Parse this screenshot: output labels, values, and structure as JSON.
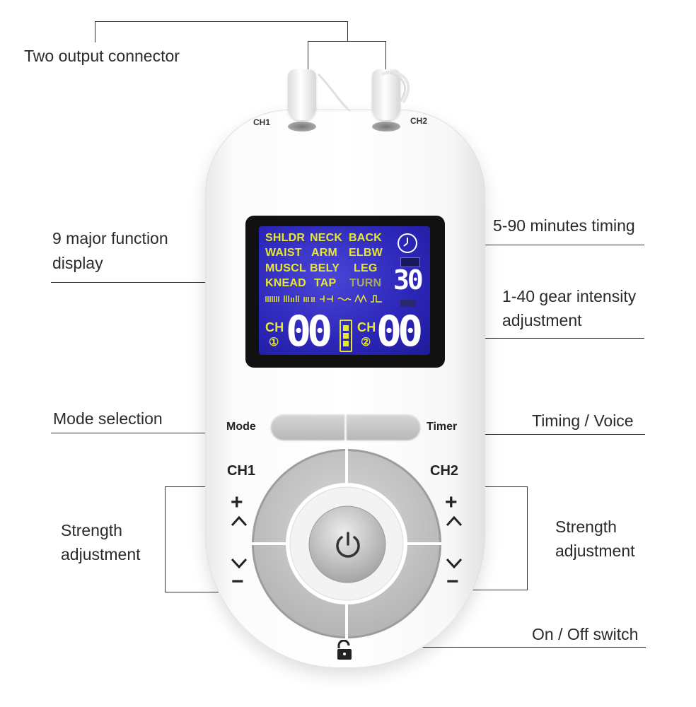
{
  "callouts": {
    "output_connector": "Two output connector",
    "function_display_line1": "9 major function",
    "function_display_line2": "display",
    "timing": "5-90 minutes timing",
    "intensity_line1": "1-40 gear intensity",
    "intensity_line2": "adjustment",
    "mode_selection": "Mode selection",
    "timing_voice": "Timing / Voice",
    "strength_left_line1": "Strength",
    "strength_left_line2": "adjustment",
    "strength_right_line1": "Strength",
    "strength_right_line2": "adjustment",
    "on_off": "On / Off switch"
  },
  "device": {
    "ch1_port": "CH1",
    "ch2_port": "CH2",
    "mode_button": "Mode",
    "timer_button": "Timer",
    "ch1_label": "CH1",
    "ch2_label": "CH2",
    "plus": "+",
    "minus": "−",
    "up": "^",
    "down": "v"
  },
  "lcd": {
    "rows": [
      [
        "SHLDR",
        "NECK",
        "BACK"
      ],
      [
        "WAIST",
        "ARM",
        "ELBW"
      ],
      [
        "MUSCL",
        "BELY",
        "LEG"
      ],
      [
        "KNEAD",
        "TAP",
        "TURN"
      ]
    ],
    "timer_value": "30",
    "ch_prefix": "CH",
    "ch1_num": "①",
    "ch2_num": "②",
    "ch1_value": "00",
    "ch2_value": "00"
  },
  "colors": {
    "lcd_background": "#2c26b8",
    "lcd_text": "#e6e830",
    "button_grey": "#c4c4c4"
  },
  "icons": [
    "power-icon",
    "unlock-icon",
    "clock-icon",
    "battery-icon"
  ]
}
